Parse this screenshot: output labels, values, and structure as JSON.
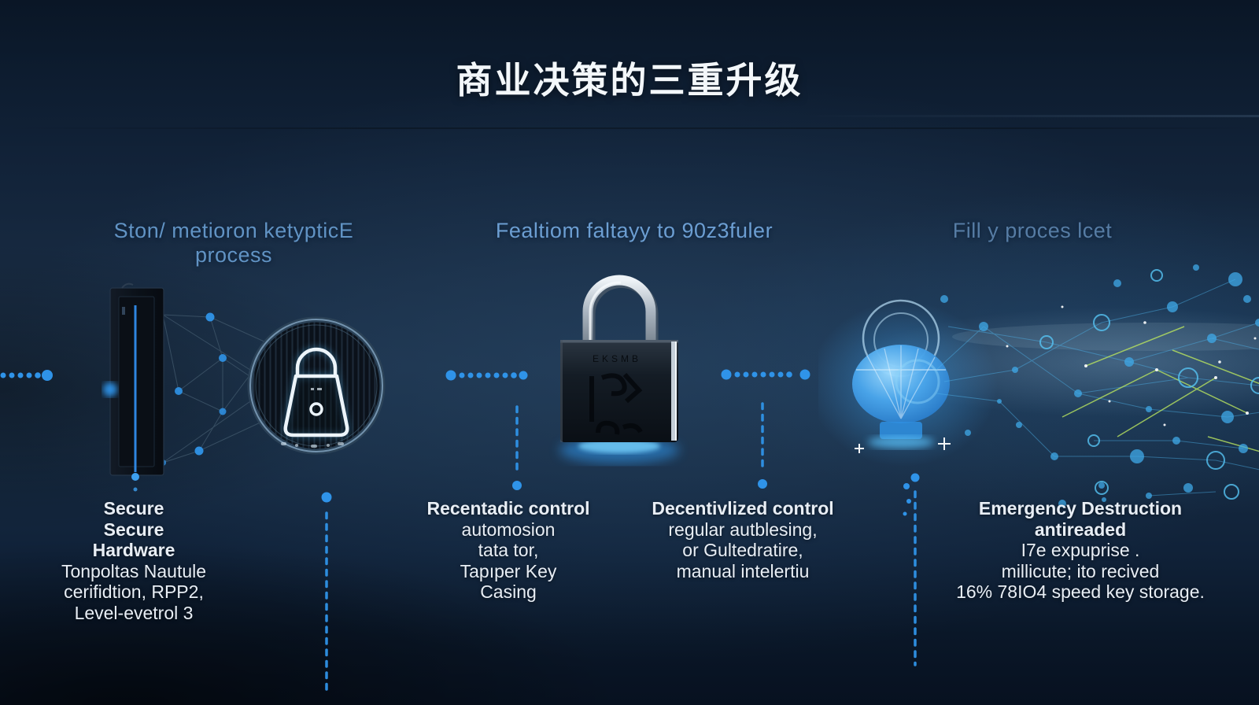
{
  "title": "商业决策的三重升级",
  "section_headers": [
    {
      "label": "Ston/ metioron ketypticE process"
    },
    {
      "label": "Fealtiom faltayy to 90z3fuler"
    },
    {
      "label": "Fill y proces lcet"
    }
  ],
  "callouts": [
    {
      "title_lines": [
        "Secure",
        "Secure",
        "Hardware"
      ],
      "body_lines": [
        "Tonpoltas Nautule",
        "cerifidtion, RPP2,",
        "Level-evetrol 3"
      ]
    },
    {
      "title_lines": [
        "Recentadic control"
      ],
      "body_lines": [
        "automosion",
        "tata tor,",
        "Tapıper Key",
        "Casing"
      ]
    },
    {
      "title_lines": [
        "Decentivlized control"
      ],
      "body_lines": [
        "regular autblesing,",
        "or Gultedratire,",
        "manual intelertiu"
      ]
    },
    {
      "title_lines": [
        "Emergency Destruction",
        "antireaded"
      ],
      "body_lines": [
        "I7e expuprise  .",
        "millicute; ito recived",
        "16% 78IO4 speed key storage."
      ]
    }
  ],
  "padlock": {
    "engraving": "EKSMB"
  },
  "icons": {
    "hsm_device": "secure-hardware-module",
    "lock_badge": "lock-outline-badge",
    "padlock": "metal-padlock",
    "energy_orb": "glowing-data-vessel",
    "particles": "particle-network-stream",
    "connectors": "dotted-flow-lines"
  },
  "colors": {
    "background": "#16293f",
    "accent_blue": "#2f93e8",
    "header_text": "#6496c8",
    "body_text": "#e8eef5",
    "glow_cyan": "#54c0f0",
    "accent_green": "#b8e35f",
    "metal_light": "#cfd9e2"
  }
}
